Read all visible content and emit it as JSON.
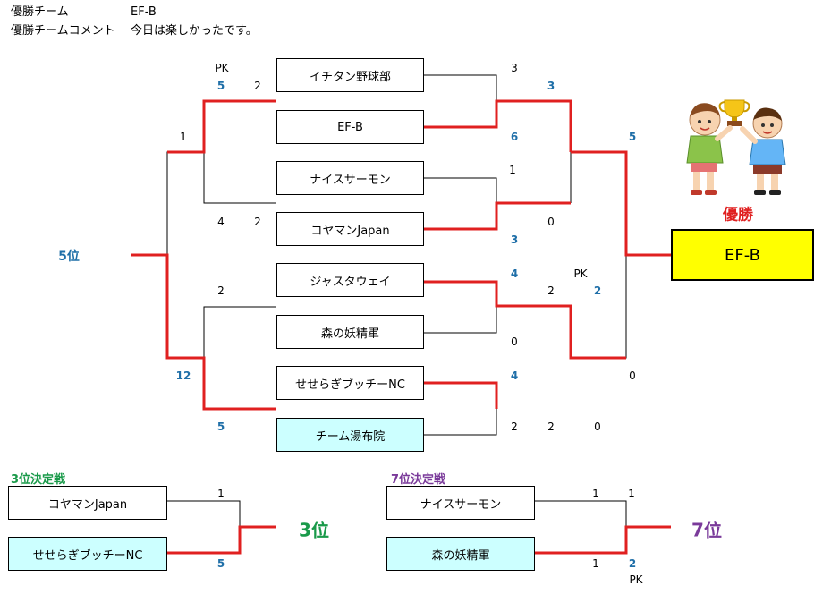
{
  "header": {
    "winner_label": "優勝チーム",
    "winner_value": "EF-B",
    "comment_label": "優勝チームコメント",
    "comment_value": "今日は楽しかったです。"
  },
  "bracket": {
    "teams": [
      "イチタン野球部",
      "EF-B",
      "ナイスサーモン",
      "コヤマンJapan",
      "ジャスタウェイ",
      "森の妖精軍",
      "せせらぎブッチーNC",
      "チーム湯布院"
    ],
    "champion": "EF-B",
    "champion_title": "優勝",
    "fifth_place": "5位",
    "pk_label": "PK",
    "scores": {
      "r1_m1_top": "3",
      "r1_m1_bottom": "6",
      "r1_m2_top": "1",
      "r1_m2_bottom": "3",
      "r1_m3_top": "4",
      "r1_m3_bottom": "0",
      "r1_m4_top": "4",
      "r1_m4_bottom": "2",
      "sf_a_top": "3",
      "sf_a_bottom": "0",
      "sf_b_top": "2",
      "sf_b_bottom": "2",
      "sf_b_pk_top": "2",
      "sf_b_pk_bottom": "0",
      "final_top": "5",
      "final_bottom": "0",
      "left_q1_pk": "5",
      "left_q1_score": "2",
      "left_q2_a": "4",
      "left_q2_b": "2",
      "left_q3": "2",
      "left_q4": "5",
      "left_top_total": "1",
      "left_bottom_total": "12"
    }
  },
  "third_place": {
    "title": "3位決定戦",
    "teams": [
      "コヤマンJapan",
      "せせらぎブッチーNC"
    ],
    "score_top": "1",
    "score_bottom": "5",
    "result": "3位"
  },
  "seventh_place": {
    "title": "7位決定戦",
    "teams": [
      "ナイスサーモン",
      "森の妖精軍"
    ],
    "score_top_a": "1",
    "score_top_b": "1",
    "score_bottom_a": "1",
    "score_bottom_b": "2",
    "pk_label": "PK",
    "result": "7位"
  },
  "colors": {
    "win_line": "#e02020",
    "lose_line": "#000000",
    "win_score": "#1f6fa8",
    "champion_box": "#ffff00",
    "champion_title": "#e02020",
    "blue_box": "#ccffff",
    "third_title": "#1a9a4a",
    "seventh_title": "#7a3a9a"
  }
}
